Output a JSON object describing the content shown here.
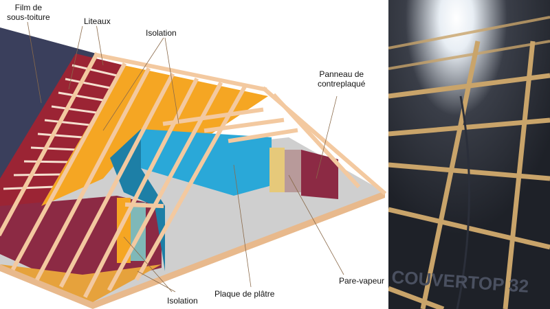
{
  "labels": {
    "film": [
      "Film de",
      "sous-toiture"
    ],
    "liteaux": "Liteaux",
    "isolation_top": "Isolation",
    "panneau": [
      "Panneau de",
      "contreplaqué"
    ],
    "plaque": "Plaque de plâtre",
    "pare_vapeur": "Pare-vapeur",
    "isolation_bottom": "Isolation"
  },
  "photo_text": "COUVERTOP 32",
  "colors": {
    "film": "#3a3f5c",
    "liteaux": "#9b2434",
    "wood": "#f3c9a0",
    "isolation": "#f5a623",
    "plaque": "#2aa8d8",
    "pare_vapeur": "#8c2a44",
    "floor": "#c8c8c8"
  }
}
